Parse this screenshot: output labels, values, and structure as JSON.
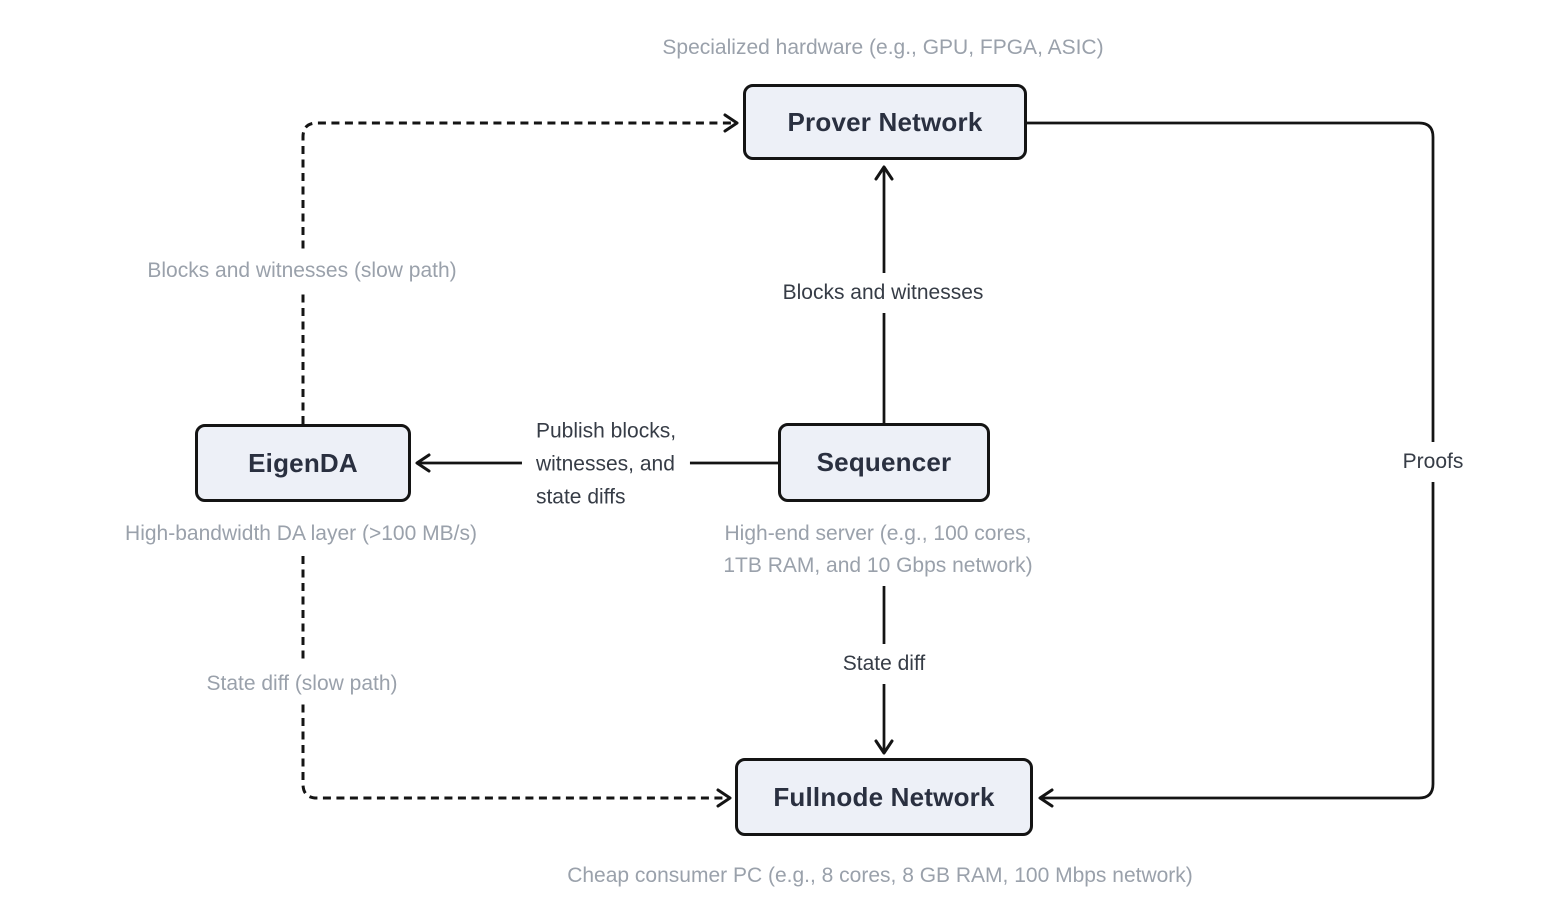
{
  "diagram": {
    "type": "flowchart",
    "background_color": "#ffffff",
    "colors": {
      "node_fill": "#edf0f7",
      "node_border": "#141414",
      "node_text": "#2a3040",
      "caption_text": "#9aa1ab",
      "edge_label_text": "#363c46",
      "line": "#141414"
    },
    "nodes": {
      "prover": {
        "label": "Prover Network",
        "caption": "Specialized hardware (e.g., GPU, FPGA, ASIC)"
      },
      "eigenda": {
        "label": "EigenDA",
        "caption": "High-bandwidth DA layer (>100 MB/s)"
      },
      "sequencer": {
        "label": "Sequencer",
        "caption_line1": "High-end server (e.g., 100 cores,",
        "caption_line2": "1TB RAM, and 10 Gbps network)"
      },
      "fullnode": {
        "label": "Fullnode Network",
        "caption": "Cheap consumer PC (e.g., 8 cores, 8 GB RAM, 100 Mbps network)"
      }
    },
    "edges": {
      "eigenda_to_prover": {
        "from": "EigenDA",
        "to": "Prover Network",
        "style": "dashed",
        "label": "Blocks and witnesses (slow path)"
      },
      "eigenda_to_fullnode": {
        "from": "EigenDA",
        "to": "Fullnode Network",
        "style": "dashed",
        "label": "State diff (slow path)"
      },
      "sequencer_to_eigenda": {
        "from": "Sequencer",
        "to": "EigenDA",
        "style": "solid",
        "label_line1": "Publish blocks,",
        "label_line2": "witnesses, and",
        "label_line3": "state diffs"
      },
      "sequencer_to_prover": {
        "from": "Sequencer",
        "to": "Prover Network",
        "style": "solid",
        "label": "Blocks and witnesses"
      },
      "sequencer_to_fullnode": {
        "from": "Sequencer",
        "to": "Fullnode Network",
        "style": "solid",
        "label": "State diff"
      },
      "prover_to_fullnode": {
        "from": "Prover Network",
        "to": "Fullnode Network",
        "style": "solid",
        "label": "Proofs"
      }
    }
  }
}
